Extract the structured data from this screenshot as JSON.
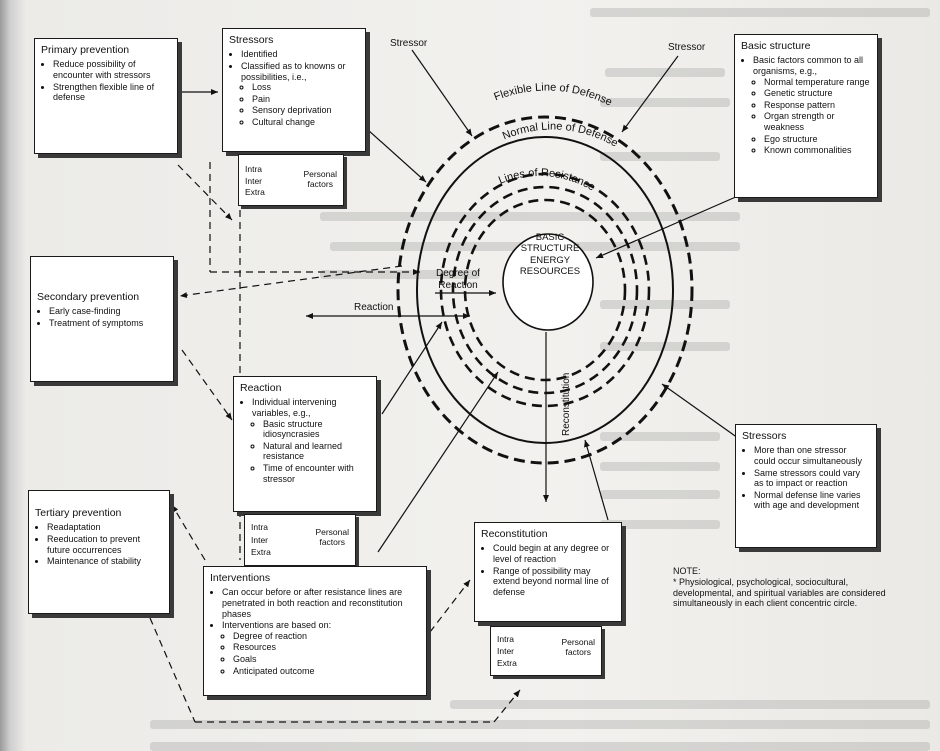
{
  "diagram": {
    "rings": {
      "flexible": "Flexible Line of Defense",
      "normal": "Normal Line of Defense",
      "resistance": "Lines of Resistance",
      "core": [
        "BASIC",
        "STRUCTURE",
        "ENERGY",
        "RESOURCES"
      ]
    },
    "labels": {
      "stressor_1": "Stressor",
      "stressor_2": "Stressor",
      "reaction": "Reaction",
      "degree_of_reaction": [
        "Degree of",
        "Reaction"
      ],
      "reconstitution": "Reconstitution"
    },
    "primary_prevention": {
      "title": "Primary prevention",
      "items": [
        "Reduce possibility of encounter with stressors",
        "Strengthen flexible line of defense"
      ]
    },
    "secondary_prevention": {
      "title": "Secondary prevention",
      "items": [
        "Early case-finding",
        "Treatment of symptoms"
      ]
    },
    "tertiary_prevention": {
      "title": "Tertiary prevention",
      "items": [
        "Readaptation",
        "Reeducation to prevent future occurrences",
        "Maintenance of stability"
      ]
    },
    "stressors_top": {
      "title": "Stressors",
      "item1": "Identified",
      "item2": "Classified as to knowns or possibilities, i.e.,",
      "subitems": [
        "Loss",
        "Pain",
        "Sensory deprivation",
        "Cultural change"
      ]
    },
    "basic_structure": {
      "title": "Basic structure",
      "item1": "Basic factors common to all organisms, e.g.,",
      "subitems": [
        "Normal temperature range",
        "Genetic structure",
        "Response pattern",
        "Organ strength or weakness",
        "Ego structure",
        "Known commonalities"
      ]
    },
    "reaction_box": {
      "title": "Reaction",
      "item1": "Individual intervening variables, e.g.,",
      "subitems": [
        "Basic structure idiosyncrasies",
        "Natural and learned resistance",
        "Time of encounter with stressor"
      ]
    },
    "stressors_right": {
      "title": "Stressors",
      "items": [
        "More than one stressor could occur simultaneously",
        "Same stressors could vary as to impact or reaction",
        "Normal defense line varies with age and development"
      ]
    },
    "interventions": {
      "title": "Interventions",
      "item1": "Can occur before or after resistance lines are penetrated in both reaction and reconstitution phases",
      "item2": "Interventions are based on:",
      "subitems": [
        "Degree of reaction",
        "Resources",
        "Goals",
        "Anticipated outcome"
      ]
    },
    "reconstitution_box": {
      "title": "Reconstitution",
      "items": [
        "Could begin at any degree or level of reaction",
        "Range of possibility may extend beyond normal line of defense"
      ]
    },
    "personal_factors": {
      "prefixes": [
        "Intra",
        "Inter",
        "Extra"
      ],
      "label": [
        "Personal",
        "factors"
      ]
    },
    "note": {
      "title": "NOTE:",
      "text": "* Physiological, psychological, sociocultural, developmental, and spiritual variables are considered simultaneously in each client concentric circle."
    }
  }
}
